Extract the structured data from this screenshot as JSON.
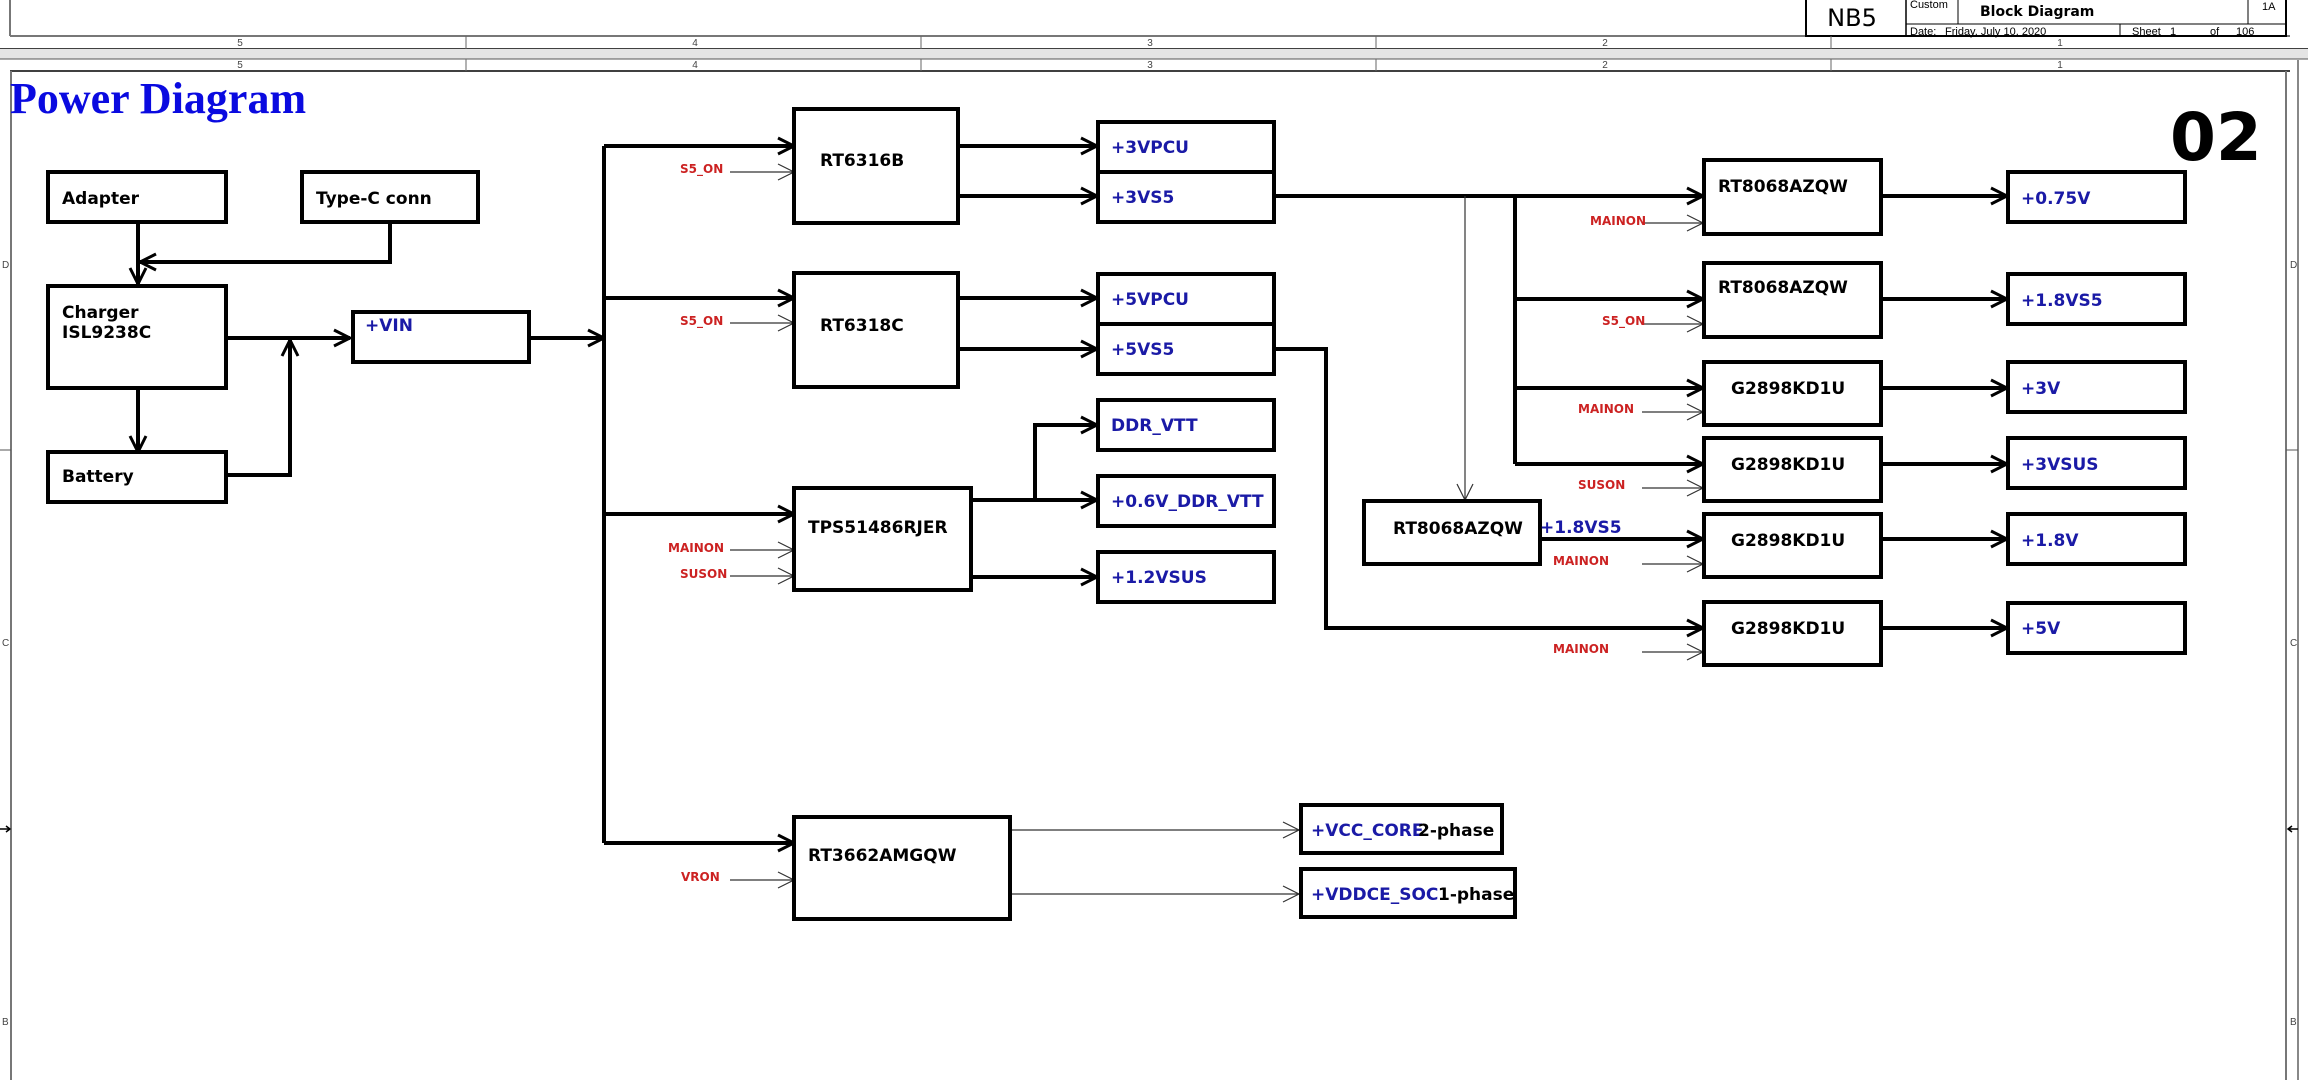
{
  "title_block": {
    "project": "NB5",
    "size_label": "Custom",
    "doc_title": "Block Diagram",
    "revision": "1A",
    "date_label": "Date:",
    "date_value": "Friday, July 10, 2020",
    "sheet_label": "Sheet",
    "sheet_value": "1",
    "of_label": "of",
    "total_sheets": "106"
  },
  "zone_columns": [
    "5",
    "4",
    "3",
    "2",
    "1"
  ],
  "zone_rows": [
    "D",
    "C",
    "B"
  ],
  "page": {
    "title": "Power Diagram",
    "sheet_number": "02"
  },
  "sources": {
    "adapter": "Adapter",
    "typec": "Type-C conn",
    "charger_line1": "Charger",
    "charger_line2": "ISL9238C",
    "battery": "Battery",
    "vin": "+VIN"
  },
  "regulators": {
    "rt6316b": "RT6316B",
    "rt6318c": "RT6318C",
    "tps": "TPS51486RJER",
    "rt3662": "RT3662AMGQW",
    "rt8068_a": "RT8068AZQW",
    "rt8068_b": "RT8068AZQW",
    "rt8068_c": "RT8068AZQW",
    "g2898_a": "G2898KD1U",
    "g2898_b": "G2898KD1U",
    "g2898_c": "G2898KD1U",
    "g2898_d": "G2898KD1U"
  },
  "rails": {
    "v3vpcu": "+3VPCU",
    "v3vs5": "+3VS5",
    "v5vpcu": "+5VPCU",
    "v5vs5": "+5VS5",
    "ddr_vtt": "DDR_VTT",
    "v06_ddr_vtt": "+0.6V_DDR_VTT",
    "v12vsus": "+1.2VSUS",
    "vcc_core": "+VCC_CORE",
    "vcc_core_phase": "2-phase",
    "vddce_soc": "+VDDCE_SOC",
    "vddce_soc_phase": "1-phase",
    "v075": "+0.75V",
    "v18vs5": "+1.8VS5",
    "v18vs5_label": "+1.8VS5",
    "v3v": "+3V",
    "v3vsus": "+3VSUS",
    "v18v": "+1.8V",
    "v5v": "+5V"
  },
  "enable_signals": {
    "rt6316b_en": "S5_ON",
    "rt6318c_en": "S5_ON",
    "tps_en1": "MAINON",
    "tps_en2": "SUSON",
    "rt3662_en": "VRON",
    "rt8068_a_en": "MAINON",
    "rt8068_b_en": "S5_ON",
    "g2898_a_en": "MAINON",
    "g2898_b_en": "SUSON",
    "g2898_c_en": "MAINON",
    "g2898_d_en": "MAINON"
  },
  "colors": {
    "rail_text": "#1a1aa6",
    "signal_text": "#cc2222",
    "title_text": "#0a0ae0"
  }
}
